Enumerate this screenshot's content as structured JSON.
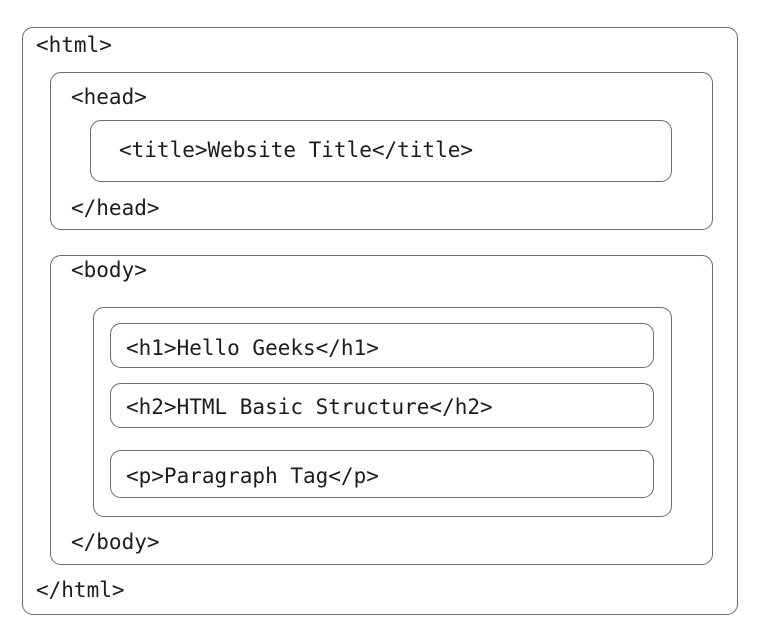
{
  "diagram": {
    "type": "html-basic-structure-nested-boxes",
    "style": {
      "border_color": "#6b6b6b",
      "text_color": "#1c1c1c",
      "background": "#ffffff"
    },
    "root": {
      "open_tag": "<html>",
      "close_tag": "</html>",
      "children": [
        {
          "open_tag": "<head>",
          "close_tag": "</head>",
          "children": [
            {
              "content": "<title>Website Title</title>"
            }
          ]
        },
        {
          "open_tag": "<body>",
          "close_tag": "</body>",
          "children": [
            {
              "content": "<h1>Hello Geeks</h1>"
            },
            {
              "content": "<h2>HTML Basic Structure</h2>"
            },
            {
              "content": "<p>Paragraph Tag</p>"
            }
          ]
        }
      ]
    }
  }
}
